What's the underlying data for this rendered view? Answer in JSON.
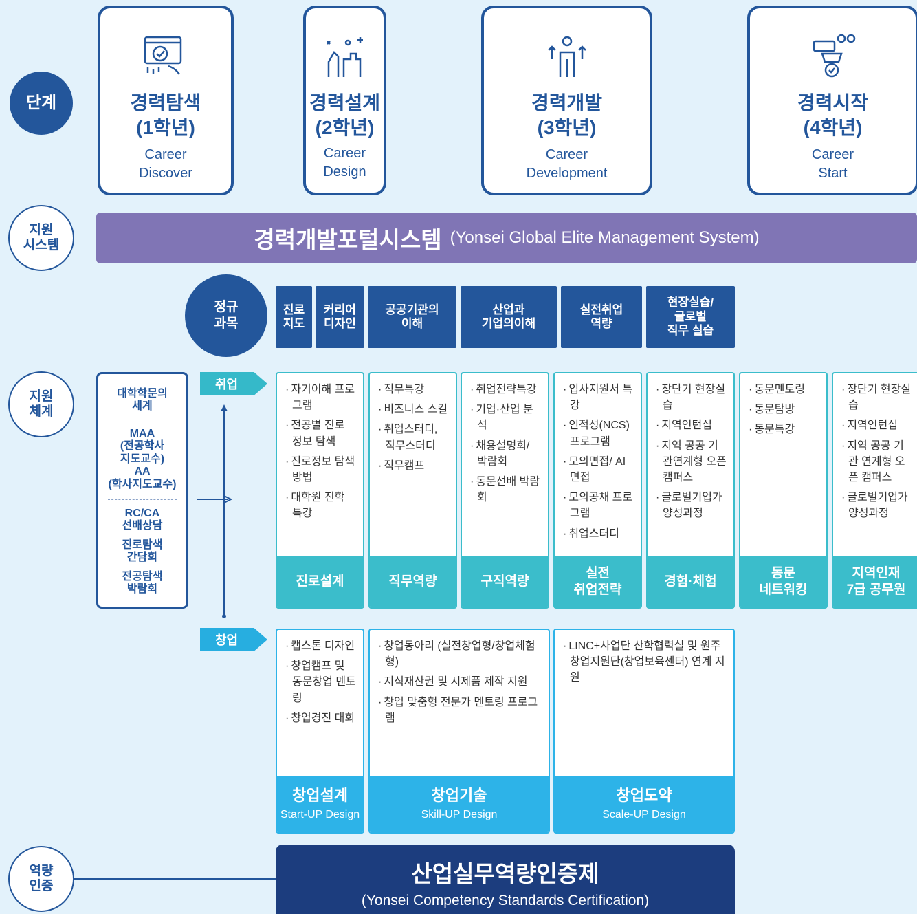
{
  "left_labels": {
    "stage": "단계",
    "system": [
      "지원",
      "시스템"
    ],
    "structure": [
      "지원",
      "체계"
    ],
    "cert": [
      "역량",
      "인증"
    ]
  },
  "stages": [
    {
      "title1": "경력탐색",
      "title2": "(1학년)",
      "sub1": "Career",
      "sub2": "Discover",
      "icon": "monitor-check-icon"
    },
    {
      "title1": "경력설계",
      "title2": "(2학년)",
      "sub1": "Career",
      "sub2": "Design",
      "icon": "hands-puzzle-icon"
    },
    {
      "title1": "경력개발",
      "title2": "(3학년)",
      "sub1": "Career",
      "sub2": "Development",
      "icon": "person-growth-icon"
    },
    {
      "title1": "경력시작",
      "title2": "(4학년)",
      "sub1": "Career",
      "sub2": "Start",
      "icon": "team-award-icon"
    }
  ],
  "portal": {
    "main": "경력개발포털시스템",
    "en": "(Yonsei Global Elite Management System)"
  },
  "regular": {
    "label1": "정규",
    "label2": "과목",
    "courses": [
      [
        "진로",
        "지도"
      ],
      [
        "커리어",
        "디자인"
      ],
      [
        "공공기관의",
        "이해"
      ],
      [
        "산업과",
        "기업의이해"
      ],
      [
        "실전취업",
        "역량"
      ],
      [
        "현장실습/",
        "글로벌",
        "직무 실습"
      ]
    ]
  },
  "support_box": {
    "g1": [
      "대학학문의",
      "세계"
    ],
    "g2": [
      "MAA",
      "(전공학사",
      "지도교수)",
      "AA",
      "(학사지도교수)"
    ],
    "g3": [
      "RC/CA",
      "선배상담"
    ],
    "g4": [
      "진로탐색",
      "간담회"
    ],
    "g5": [
      "전공탐색",
      "박람회"
    ]
  },
  "tags": {
    "employment": "취업",
    "startup": "창업"
  },
  "employment_cards": [
    {
      "items": [
        "자기이해 프로그램",
        "전공별 진로 정보 탐색",
        "진로정보 탐색 방법",
        "대학원 진학 특강"
      ],
      "foot": [
        "진로설계"
      ]
    },
    {
      "items": [
        "직무특강",
        "비즈니스 스킬",
        "취업스터디, 직무스터디",
        "직무캠프"
      ],
      "foot": [
        "직무역량"
      ]
    },
    {
      "items": [
        "취업전략특강",
        "기업·산업 분석",
        "채용설명회/ 박람회",
        "동문선배 박람회"
      ],
      "foot": [
        "구직역량"
      ]
    },
    {
      "items": [
        "입사지원서 특강",
        "인적성(NCS) 프로그램",
        "모의면접/ AI면접",
        "모의공채 프로그램",
        "취업스터디"
      ],
      "foot": [
        "실전",
        "취업전략"
      ]
    },
    {
      "items": [
        "장단기 현장실습",
        "지역인턴십",
        "지역 공공 기관연계형 오픈캠퍼스",
        "글로벌기업가 양성과정"
      ],
      "foot": [
        "경험·체험"
      ]
    },
    {
      "items": [
        "동문멘토링",
        "동문탐방",
        "동문특강"
      ],
      "foot": [
        "동문",
        "네트워킹"
      ]
    },
    {
      "items": [
        "장단기 현장실습",
        "지역인턴십",
        "지역 공공 기관 연계형 오픈 캠퍼스",
        "글로벌기업가 양성과정"
      ],
      "foot": [
        "지역인재",
        "7급 공무원"
      ]
    }
  ],
  "startup_cards": [
    {
      "items": [
        "캡스톤 디자인",
        "창업캠프 및 동문창업 멘토링",
        "창업경진 대회"
      ],
      "ko": "창업설계",
      "en": "Start-UP Design"
    },
    {
      "items": [
        "창업동아리 (실전창업형/창업체험형)",
        "지식재산권 및 시제품 제작 지원",
        "창업 맞춤형 전문가 멘토링 프로그램"
      ],
      "ko": "창업기술",
      "en": "Skill-UP Design"
    },
    {
      "items": [
        "LINC+사업단 산학협력실 및 원주창업지원단(창업보육센터) 연계 지원"
      ],
      "ko": "창업도약",
      "en": "Scale-UP Design"
    }
  ],
  "cert": {
    "main": "산업실무역량인증제",
    "en": "(Yonsei Competency Standards Certification)"
  }
}
